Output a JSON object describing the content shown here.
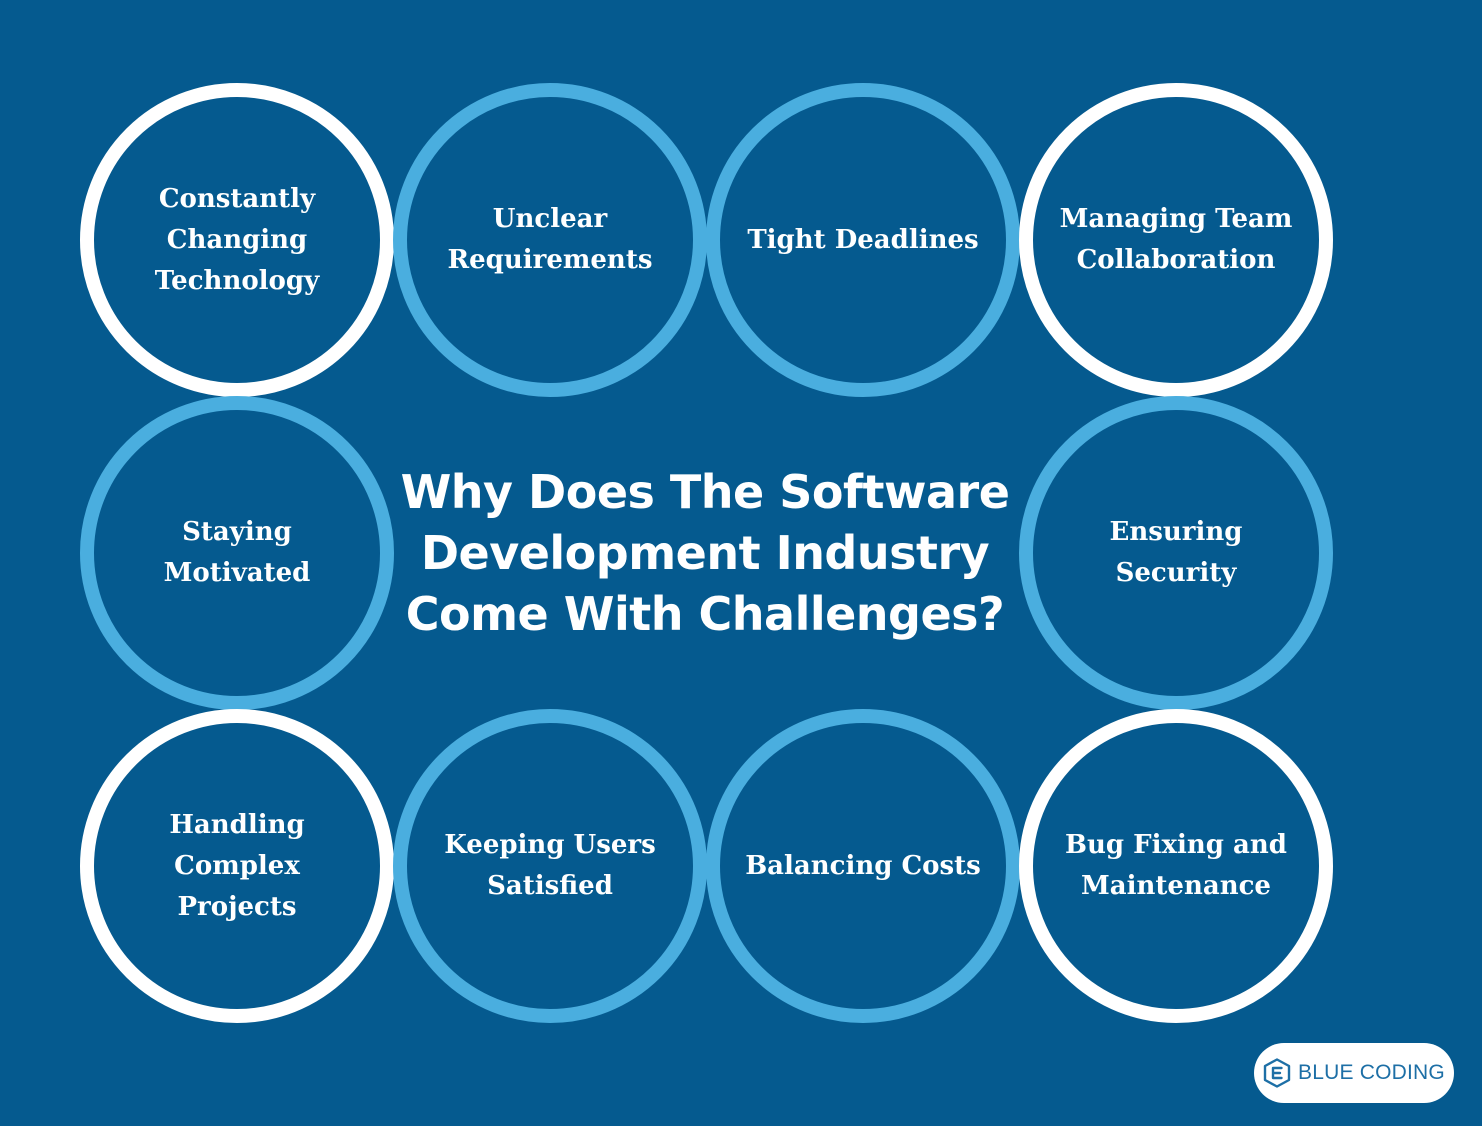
{
  "title": "Why Does The Software\nDevelopment Industry\nCome With Challenges?",
  "challenges": [
    "Constantly\nChanging\nTechnology",
    "Unclear\nRequirements",
    "Tight Deadlines",
    "Managing Team\nCollaboration",
    "Staying\nMotivated",
    "Ensuring\nSecurity",
    "Handling\nComplex\nProjects",
    "Keeping Users\nSatisfied",
    "Balancing Costs",
    "Bug Fixing and\nMaintenance"
  ],
  "brand": {
    "name": "BLUE CODING",
    "icon": "hexagon-e-logo-icon"
  },
  "colors": {
    "background": "#055a8f",
    "ring_white": "#ffffff",
    "ring_light": "#4aaedf",
    "text": "#ffffff",
    "brand_text": "#1d6fa6"
  }
}
